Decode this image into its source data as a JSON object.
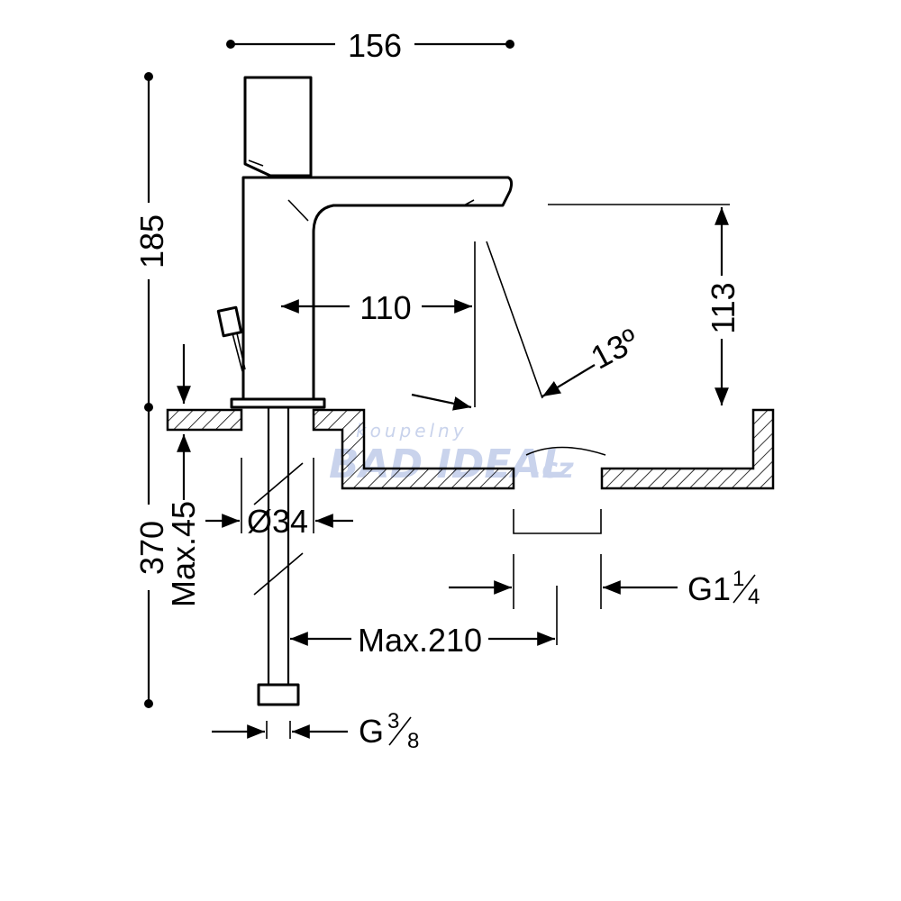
{
  "dimensions": {
    "width_total": "156",
    "height_top": "185",
    "reach": "110",
    "spout_height": "113",
    "angle": "13º",
    "deck_thickness": "Max.45",
    "total_length": "370",
    "hole_diameter": "Ø34",
    "waste_thread_main": "G1",
    "waste_thread_num": "1",
    "waste_thread_den": "4",
    "max_offset": "Max.210",
    "supply_thread_main": "G",
    "supply_thread_num": "3",
    "supply_thread_den": "8"
  },
  "watermark": {
    "small": "koupelny",
    "brand": "BAD IDEAL",
    "suffix": ".cz"
  },
  "colors": {
    "line": "#000000",
    "watermark": "#c9d3ec"
  }
}
